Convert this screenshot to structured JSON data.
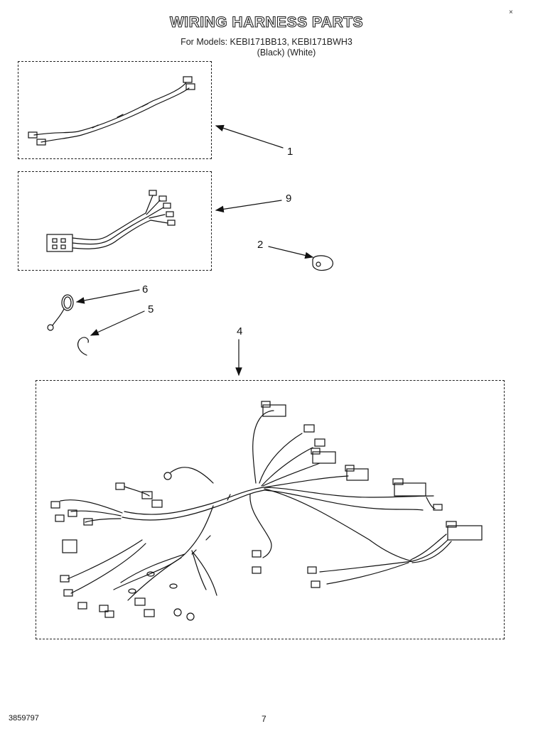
{
  "header": {
    "title": "WIRING HARNESS PARTS",
    "models_line": "For Models: KEBI171BB13, KEBI171BWH3",
    "colors_line": "(Black)    (White)"
  },
  "callouts": {
    "c1": "1",
    "c9": "9",
    "c2": "2",
    "c6": "6",
    "c5": "5",
    "c4": "4"
  },
  "footer": {
    "doc_number": "3859797",
    "page_number": "7"
  }
}
